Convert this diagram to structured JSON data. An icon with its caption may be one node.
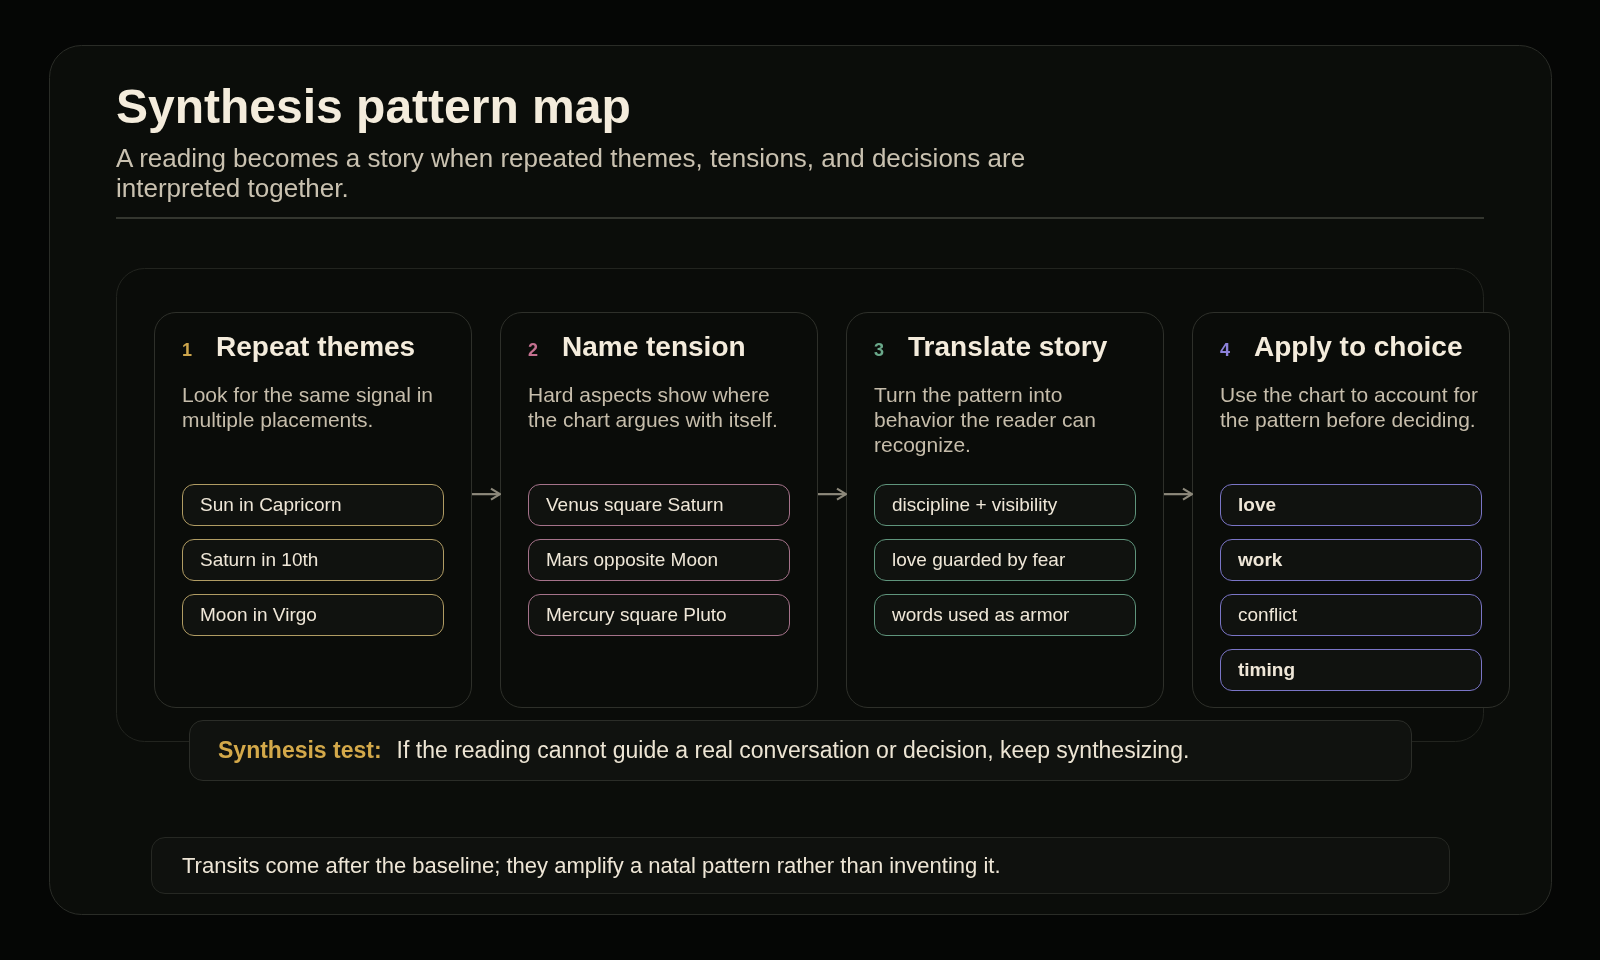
{
  "diagram": {
    "title": "Synthesis pattern map",
    "nodes": [
      {
        "text": [
          "1",
          "Repeat themes",
          "Look for the same signal in multiple placements."
        ]
      },
      {
        "text": [
          "Sun in Capricorn"
        ],
        "in": 0
      },
      {
        "text": [
          "Saturn in 10th"
        ],
        "in": 0
      },
      {
        "text": [
          "Moon in Virgo"
        ],
        "in": 0
      },
      {
        "text": [
          "2",
          "Name tension",
          "Hard aspects show where the chart argues with itself."
        ]
      },
      {
        "text": [
          "Venus square Saturn"
        ],
        "in": 4
      },
      {
        "text": [
          "Mars opposite Moon"
        ],
        "in": 4
      },
      {
        "text": [
          "Mercury square Pluto"
        ],
        "in": 4
      },
      {
        "text": [
          "3",
          "Translate story",
          "Turn the pattern into behavior the reader can recognize."
        ]
      },
      {
        "text": [
          "discipline + visibility"
        ],
        "in": 8
      },
      {
        "text": [
          "love guarded by fear"
        ],
        "in": 8
      },
      {
        "text": [
          "words used as armor"
        ],
        "in": 8
      },
      {
        "text": [
          "4",
          "Apply to choice",
          "Use the chart to account for the pattern before deciding."
        ]
      },
      {
        "text": [
          "love"
        ],
        "in": 12
      },
      {
        "text": [
          "work"
        ],
        "in": 12
      },
      {
        "text": [
          "conflict"
        ],
        "in": 12
      },
      {
        "text": [
          "timing"
        ],
        "in": 12
      },
      {
        "text": [
          "Synthesis test:",
          "If the reading cannot guide a real conversation or decision, keep synthesizing."
        ]
      },
      {
        "text": [
          "Transits come after the baseline; they amplify a natal pattern rather than inventing it."
        ]
      }
    ],
    "edges": [
      {
        "from": 0,
        "to": 4,
        "arrow": "to"
      },
      {
        "from": 4,
        "to": 8,
        "arrow": "to"
      },
      {
        "from": 8,
        "to": 12,
        "arrow": "to"
      }
    ],
    "labels": [
      "A reading becomes a story when repeated themes, tensions, and decisions are interpreted together."
    ]
  }
}
